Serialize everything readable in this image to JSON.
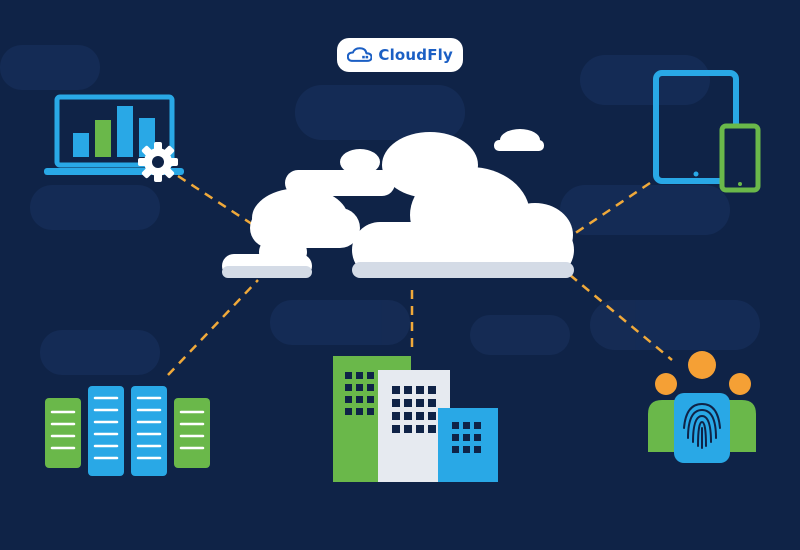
{
  "brand": {
    "name": "CloudFly",
    "logo_icon": "cloud-icon",
    "text_color": "#1b5fc4"
  },
  "colors": {
    "background": "#0f2347",
    "connector": "#f0a93a",
    "cloud": "#ffffff",
    "blue": "#29a8e6",
    "green": "#6ab84a",
    "orange": "#f5a035"
  },
  "nodes": [
    {
      "id": "analytics",
      "icon": "laptop-chart-gear-icon"
    },
    {
      "id": "mobile",
      "icon": "tablet-phone-icon"
    },
    {
      "id": "servers",
      "icon": "server-rack-icon"
    },
    {
      "id": "offices",
      "icon": "office-buildings-icon"
    },
    {
      "id": "identity",
      "icon": "users-fingerprint-icon"
    }
  ]
}
